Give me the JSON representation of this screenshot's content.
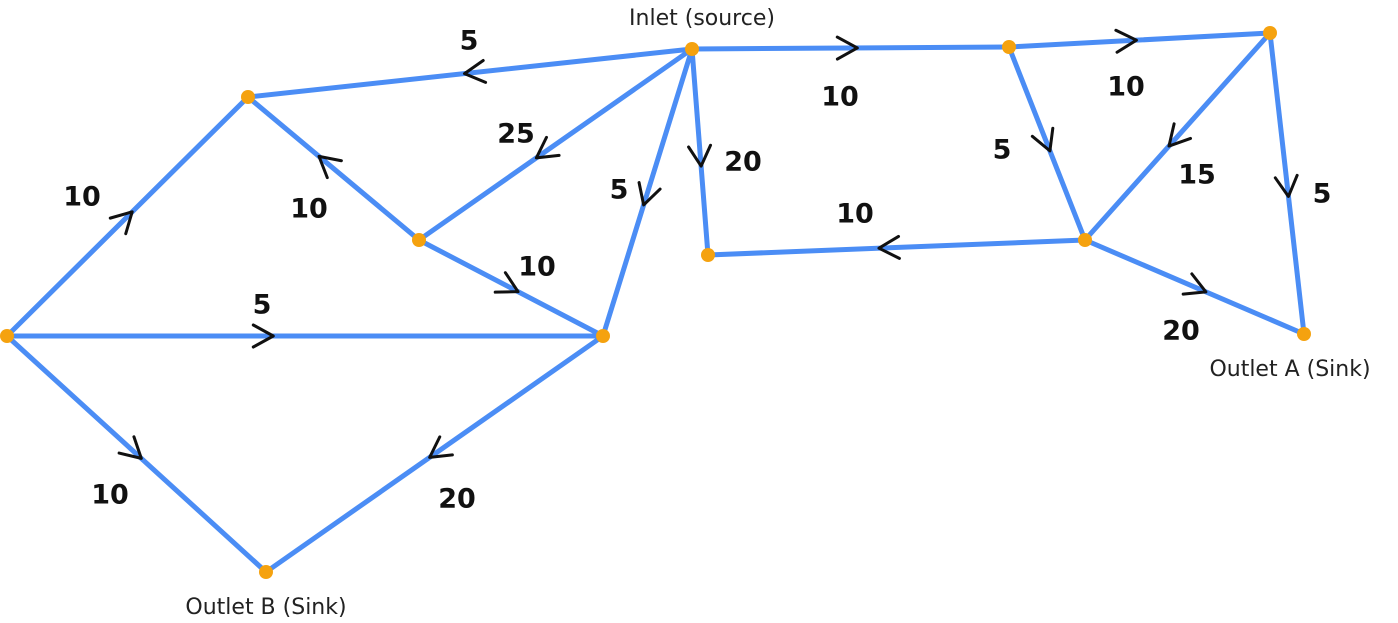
{
  "node_labels": {
    "inlet": "Inlet (source)",
    "outlet_a": "Outlet A (Sink)",
    "outlet_b": "Outlet B (Sink)"
  },
  "nodes": [
    "n_inlet",
    "n_topleft",
    "n_center",
    "n_left",
    "n_mid",
    "n_outlet_b",
    "n_b",
    "n_top_r1",
    "n_top_r2",
    "n_rc",
    "n_outlet_a"
  ],
  "edges": [
    {
      "id": "e1",
      "from": "n_inlet",
      "to": "n_topleft",
      "capacity": "5"
    },
    {
      "id": "e2",
      "from": "n_inlet",
      "to": "n_center",
      "capacity": "25"
    },
    {
      "id": "e3",
      "from": "n_inlet",
      "to": "n_mid",
      "capacity": "5"
    },
    {
      "id": "e4",
      "from": "n_inlet",
      "to": "n_b",
      "capacity": "20"
    },
    {
      "id": "e5",
      "from": "n_inlet",
      "to": "n_top_r1",
      "capacity": "10"
    },
    {
      "id": "e6",
      "from": "n_center",
      "to": "n_topleft",
      "capacity": "10"
    },
    {
      "id": "e7",
      "from": "n_center",
      "to": "n_mid",
      "capacity": "10"
    },
    {
      "id": "e8",
      "from": "n_left",
      "to": "n_topleft",
      "capacity": "10"
    },
    {
      "id": "e9",
      "from": "n_left",
      "to": "n_mid",
      "capacity": "5"
    },
    {
      "id": "e10",
      "from": "n_left",
      "to": "n_outlet_b",
      "capacity": "10"
    },
    {
      "id": "e11",
      "from": "n_mid",
      "to": "n_outlet_b",
      "capacity": "20"
    },
    {
      "id": "e12",
      "from": "n_top_r1",
      "to": "n_top_r2",
      "capacity": "10"
    },
    {
      "id": "e13",
      "from": "n_top_r1",
      "to": "n_rc",
      "capacity": "5"
    },
    {
      "id": "e14",
      "from": "n_top_r2",
      "to": "n_rc",
      "capacity": "15"
    },
    {
      "id": "e15",
      "from": "n_top_r2",
      "to": "n_outlet_a",
      "capacity": "5"
    },
    {
      "id": "e16",
      "from": "n_rc",
      "to": "n_b",
      "capacity": "10"
    },
    {
      "id": "e17",
      "from": "n_rc",
      "to": "n_outlet_a",
      "capacity": "20"
    }
  ],
  "colors": {
    "edge": "#4b8df5",
    "node": "#f5a20f",
    "arrow": "#111111",
    "text": "#111111"
  }
}
